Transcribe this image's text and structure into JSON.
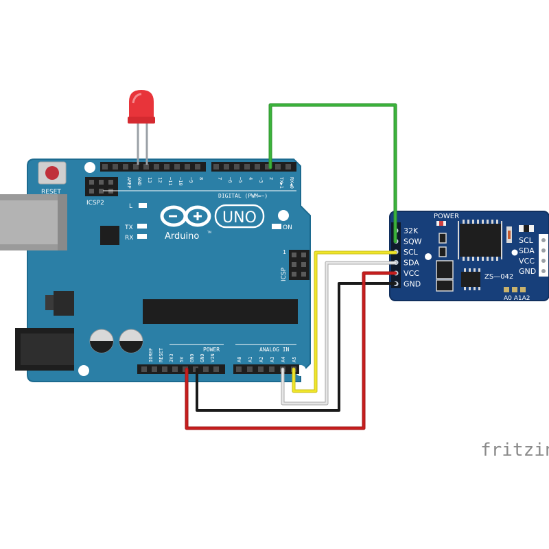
{
  "arduino": {
    "brand": "Arduino",
    "model": "UNO",
    "tm": "TM",
    "reset_label": "RESET",
    "icsp2_label": "ICSP2",
    "icsp_label": "ICSP",
    "icsp_pin1": "1",
    "led_l": "L",
    "led_tx": "TX",
    "led_rx": "RX",
    "led_on": "ON",
    "digital_label": "DIGITAL (PWM=~)",
    "power_label": "POWER",
    "analog_label": "ANALOG IN",
    "digital_pins": [
      "AREF",
      "GND",
      "13",
      "12",
      "~11",
      "~10",
      "~9",
      "8",
      "7",
      "~6",
      "~5",
      "4",
      "~3",
      "2",
      "TX▶1",
      "RX◀0"
    ],
    "power_pins": [
      "IOREF",
      "RESET",
      "3V3",
      "5V",
      "GND",
      "GND",
      "VIN"
    ],
    "analog_pins": [
      "A0",
      "A1",
      "A2",
      "A3",
      "A4",
      "A5"
    ]
  },
  "rtc_module": {
    "power_label": "POWER",
    "chip_label": "ZS—042",
    "left_pins": [
      "32K",
      "SQW",
      "SCL",
      "SDA",
      "VCC",
      "GND"
    ],
    "right_pins": [
      "SCL",
      "SDA",
      "VCC",
      "GND"
    ],
    "address_label": "A0 A1A2"
  },
  "led": {
    "color": "red"
  },
  "wires": [
    {
      "from": "Arduino D2",
      "to": "RTC SQW",
      "color": "#3cb43c"
    },
    {
      "from": "Arduino A5",
      "to": "RTC SCL",
      "color": "#f0e62a"
    },
    {
      "from": "Arduino A4",
      "to": "RTC SDA",
      "color": "#d8d8d8"
    },
    {
      "from": "Arduino 5V",
      "to": "RTC VCC",
      "color": "#c81e1e"
    },
    {
      "from": "Arduino GND",
      "to": "RTC GND",
      "color": "#1a1a1a"
    }
  ],
  "colors": {
    "board": "#2b7fa6",
    "board_edge": "#1c6a8f",
    "module": "#173f7a",
    "led_red": "#e8343a"
  },
  "watermark": "fritzing"
}
